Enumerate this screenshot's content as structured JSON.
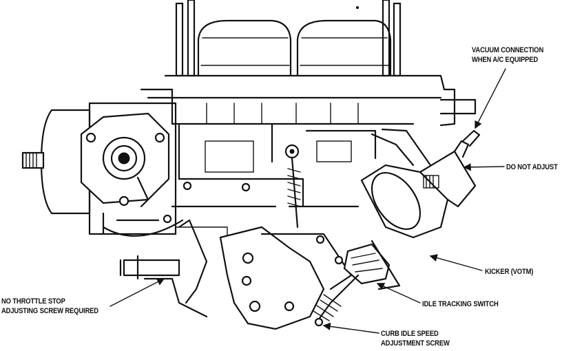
{
  "labels": {
    "vacuum_connection": [
      "VACUUM CONNECTION",
      "WHEN A/C EQUIPPED"
    ],
    "do_not_adjust": "DO NOT ADJUST",
    "kicker": "KICKER (VOTM)",
    "idle_tracking_switch": "IDLE TRACKING SWITCH",
    "curb_idle": [
      "CURB IDLE SPEED",
      "ADJUSTMENT SCREW"
    ],
    "no_throttle_stop": [
      "NO THROTTLE STOP",
      "ADJUSTING SCREW  REQUIRED"
    ]
  },
  "colors": {
    "ink": "#111111",
    "paper": "#ffffff"
  }
}
